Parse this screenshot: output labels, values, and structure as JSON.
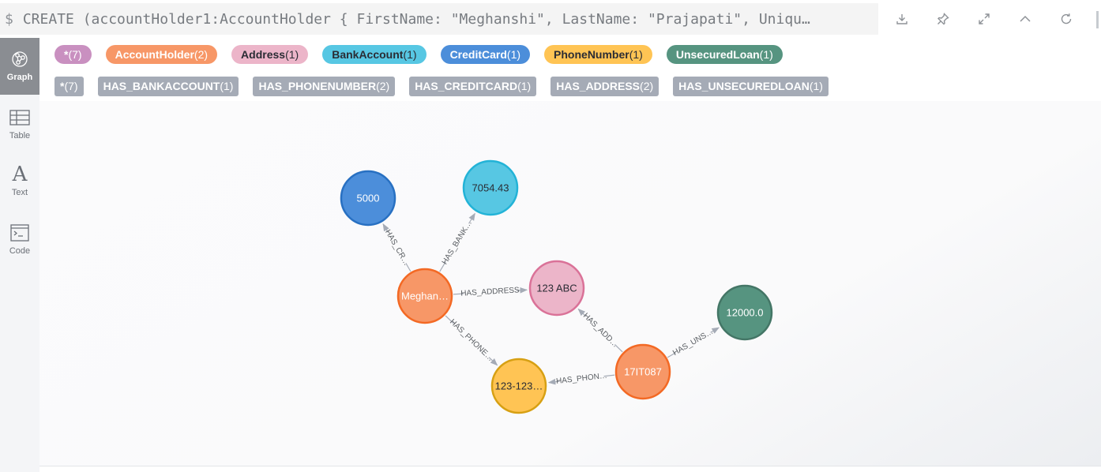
{
  "query": {
    "prompt": "$",
    "text": "CREATE (accountHolder1:AccountHolder { FirstName: \"Meghanshi\", LastName: \"Prajapati\", Uniqu…"
  },
  "header_icons": [
    "download-icon",
    "pin-icon",
    "expand-icon",
    "collapse-icon",
    "refresh-icon"
  ],
  "sidebar": {
    "items": [
      {
        "label": "Graph",
        "icon": "graph-icon",
        "active": true
      },
      {
        "label": "Table",
        "icon": "table-icon",
        "active": false
      },
      {
        "label": "Text",
        "icon": "text-icon",
        "active": false
      },
      {
        "label": "Code",
        "icon": "code-icon",
        "active": false
      }
    ]
  },
  "legend": {
    "node_labels": [
      {
        "name": "*",
        "count": "(7)",
        "color": "#c990c0",
        "text_color": "#ffffff"
      },
      {
        "name": "AccountHolder",
        "count": "(2)",
        "color": "#f79767",
        "text_color": "#ffffff"
      },
      {
        "name": "Address",
        "count": "(1)",
        "color": "#ecb5c9",
        "text_color": "#2a2c34"
      },
      {
        "name": "BankAccount",
        "count": "(1)",
        "color": "#57c7e3",
        "text_color": "#2a2c34"
      },
      {
        "name": "CreditCard",
        "count": "(1)",
        "color": "#4c8eda",
        "text_color": "#ffffff"
      },
      {
        "name": "PhoneNumber",
        "count": "(1)",
        "color": "#ffc454",
        "text_color": "#2a2c34"
      },
      {
        "name": "UnsecuredLoan",
        "count": "(1)",
        "color": "#569480",
        "text_color": "#ffffff"
      }
    ],
    "relationship_types": [
      {
        "name": "*",
        "count": "(7)"
      },
      {
        "name": "HAS_BANKACCOUNT",
        "count": "(1)"
      },
      {
        "name": "HAS_PHONENUMBER",
        "count": "(2)"
      },
      {
        "name": "HAS_CREDITCARD",
        "count": "(1)"
      },
      {
        "name": "HAS_ADDRESS",
        "count": "(2)"
      },
      {
        "name": "HAS_UNSECUREDLOAN",
        "count": "(1)"
      }
    ],
    "relationship_color": "#a5abb6"
  },
  "graph": {
    "nodes": [
      {
        "id": "cc",
        "caption": "5000",
        "label": "CreditCard",
        "fill": "#4c8eda",
        "stroke": "#2870c2",
        "text_color": "#ffffff"
      },
      {
        "id": "ba",
        "caption": "7054.43",
        "label": "BankAccount",
        "fill": "#57c7e3",
        "stroke": "#23b3d7",
        "text_color": "#2a2c34"
      },
      {
        "id": "ah1",
        "caption": "Meghan…",
        "label": "AccountHolder",
        "fill": "#f79767",
        "stroke": "#f36924",
        "text_color": "#ffffff"
      },
      {
        "id": "addr",
        "caption": "123 ABC",
        "label": "Address",
        "fill": "#ecb5c9",
        "stroke": "#da7298",
        "text_color": "#2a2c34"
      },
      {
        "id": "loan",
        "caption": "12000.0",
        "label": "UnsecuredLoan",
        "fill": "#569480",
        "stroke": "#447666",
        "text_color": "#ffffff"
      },
      {
        "id": "phone",
        "caption": "123-123…",
        "label": "PhoneNumber",
        "fill": "#ffc454",
        "stroke": "#d7a013",
        "text_color": "#2a2c34"
      },
      {
        "id": "ah2",
        "caption": "17IT087",
        "label": "AccountHolder",
        "fill": "#f79767",
        "stroke": "#f36924",
        "text_color": "#ffffff"
      }
    ],
    "relationships": [
      {
        "from": "ah1",
        "to": "cc",
        "caption": "HAS_CR…"
      },
      {
        "from": "ah1",
        "to": "ba",
        "caption": "HAS_BANK…"
      },
      {
        "from": "ah1",
        "to": "addr",
        "caption": "HAS_ADDRESS"
      },
      {
        "from": "ah1",
        "to": "phone",
        "caption": "HAS_PHONE…"
      },
      {
        "from": "ah2",
        "to": "addr",
        "caption": "HAS_ADD…"
      },
      {
        "from": "ah2",
        "to": "loan",
        "caption": "HAS_UNS…"
      },
      {
        "from": "ah2",
        "to": "phone",
        "caption": "HAS_PHON…"
      }
    ]
  }
}
